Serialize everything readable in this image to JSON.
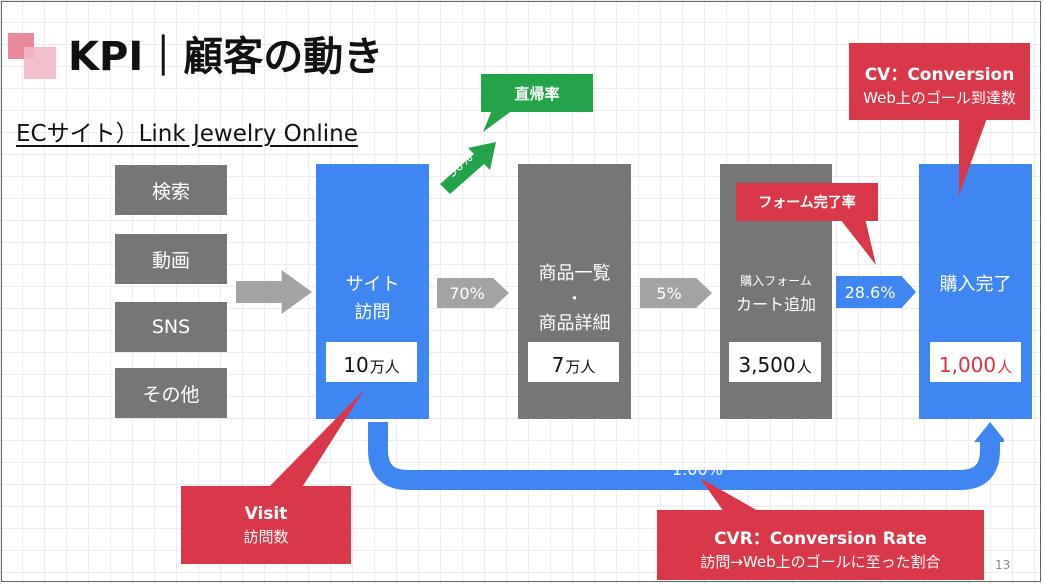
{
  "title": "KPI｜顧客の動き",
  "subtitle": "ECサイト）Link Jewelry Online",
  "sources": [
    "検索",
    "動画",
    "SNS",
    "その他"
  ],
  "stages": {
    "visit": {
      "label_line1": "サイト",
      "label_line2": "訪問",
      "value": "10",
      "unit": "万人"
    },
    "products": {
      "label_line1": "商品一覧",
      "label_line2": "・",
      "label_line3": "商品詳細",
      "value": "7",
      "unit": "万人"
    },
    "cart": {
      "label_line1": "購入フォーム",
      "label_line2": "カート追加",
      "value": "3,500",
      "unit": "人"
    },
    "purchase": {
      "label": "購入完了",
      "value": "1,000",
      "unit": "人"
    }
  },
  "rates": {
    "bounce": "30%",
    "visit_to_products": "70%",
    "products_to_cart": "5%",
    "cart_to_purchase": "28.6%",
    "overall": "1.00%"
  },
  "callouts": {
    "bounce_label": "直帰率",
    "form_label": "フォーム完了率",
    "cv_title": "CV：Conversion",
    "cv_desc": "Web上のゴール到達数",
    "visit_title": "Visit",
    "visit_desc": "訪問数",
    "cvr_title": "CVR：Conversion Rate",
    "cvr_desc": "訪問→Web上のゴールに至った割合"
  },
  "page_number": "13",
  "colors": {
    "blue": "#3f86f3",
    "gray": "#767676",
    "red": "#d9384a",
    "green": "#24a34a",
    "accent_text": "#e03040"
  }
}
